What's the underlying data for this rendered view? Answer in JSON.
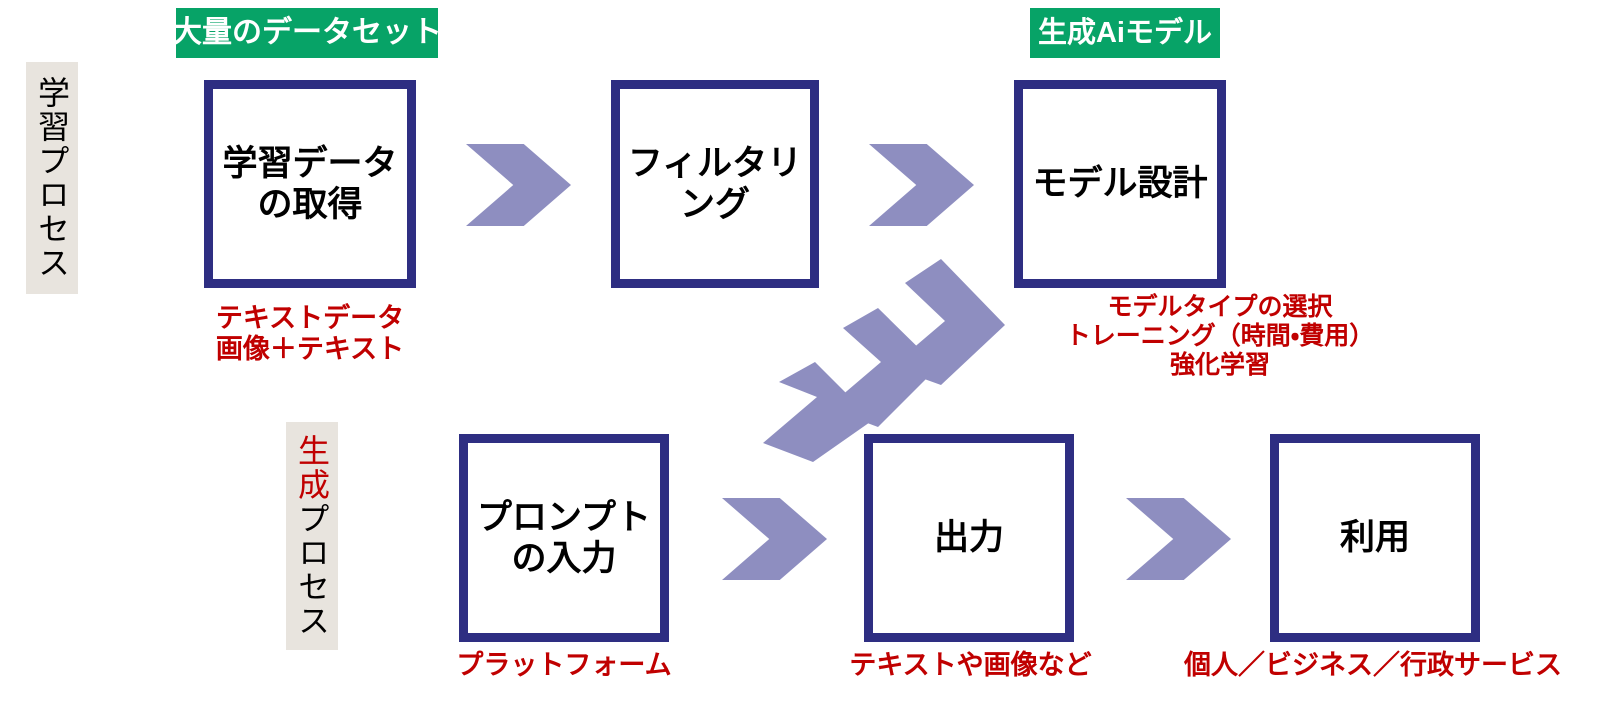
{
  "colors": {
    "box_border": "#2E2E82",
    "arrow": "#8E8EC0",
    "badge_green": "#07A367",
    "note_red": "#C00000",
    "side_label_bg": "#E8E4DE",
    "canvas": "#FFFFFF"
  },
  "side_labels": {
    "training": {
      "text": "学習プロセス"
    },
    "generation": {
      "part_red": "生成",
      "part_black": "プロセス"
    }
  },
  "badges": {
    "dataset": {
      "label": "大量のデータセット"
    },
    "model": {
      "label": "生成Aiモデル"
    }
  },
  "rows": [
    {
      "id": "training-process",
      "steps": [
        {
          "id": "acquire-training-data",
          "label": "学習データ\nの取得",
          "note": "テキストデータ\n画像＋テキスト"
        },
        {
          "id": "filtering",
          "label": "フィルタリ\nング",
          "note": ""
        },
        {
          "id": "model-design",
          "label": "モデル設計",
          "note": "モデルタイプの選択\nトレーニング（時間・費用）\n強化学習"
        }
      ]
    },
    {
      "id": "generation-process",
      "steps": [
        {
          "id": "prompt-input",
          "label": "プロンプト\nの入力",
          "note": "プラットフォーム"
        },
        {
          "id": "output",
          "label": "出力",
          "note": "テキストや画像など"
        },
        {
          "id": "usage",
          "label": "利用",
          "note": "個人／ビジネス／行政サービス"
        }
      ]
    }
  ],
  "arrows": {
    "top_1": {
      "direction": "right",
      "from": "acquire-training-data",
      "to": "filtering"
    },
    "top_2": {
      "direction": "right",
      "from": "filtering",
      "to": "model-design"
    },
    "return": {
      "direction": "down-left",
      "from": "model-design",
      "to": "prompt-input"
    },
    "bottom_1": {
      "direction": "right",
      "from": "prompt-input",
      "to": "output"
    },
    "bottom_2": {
      "direction": "right",
      "from": "output",
      "to": "usage"
    }
  }
}
